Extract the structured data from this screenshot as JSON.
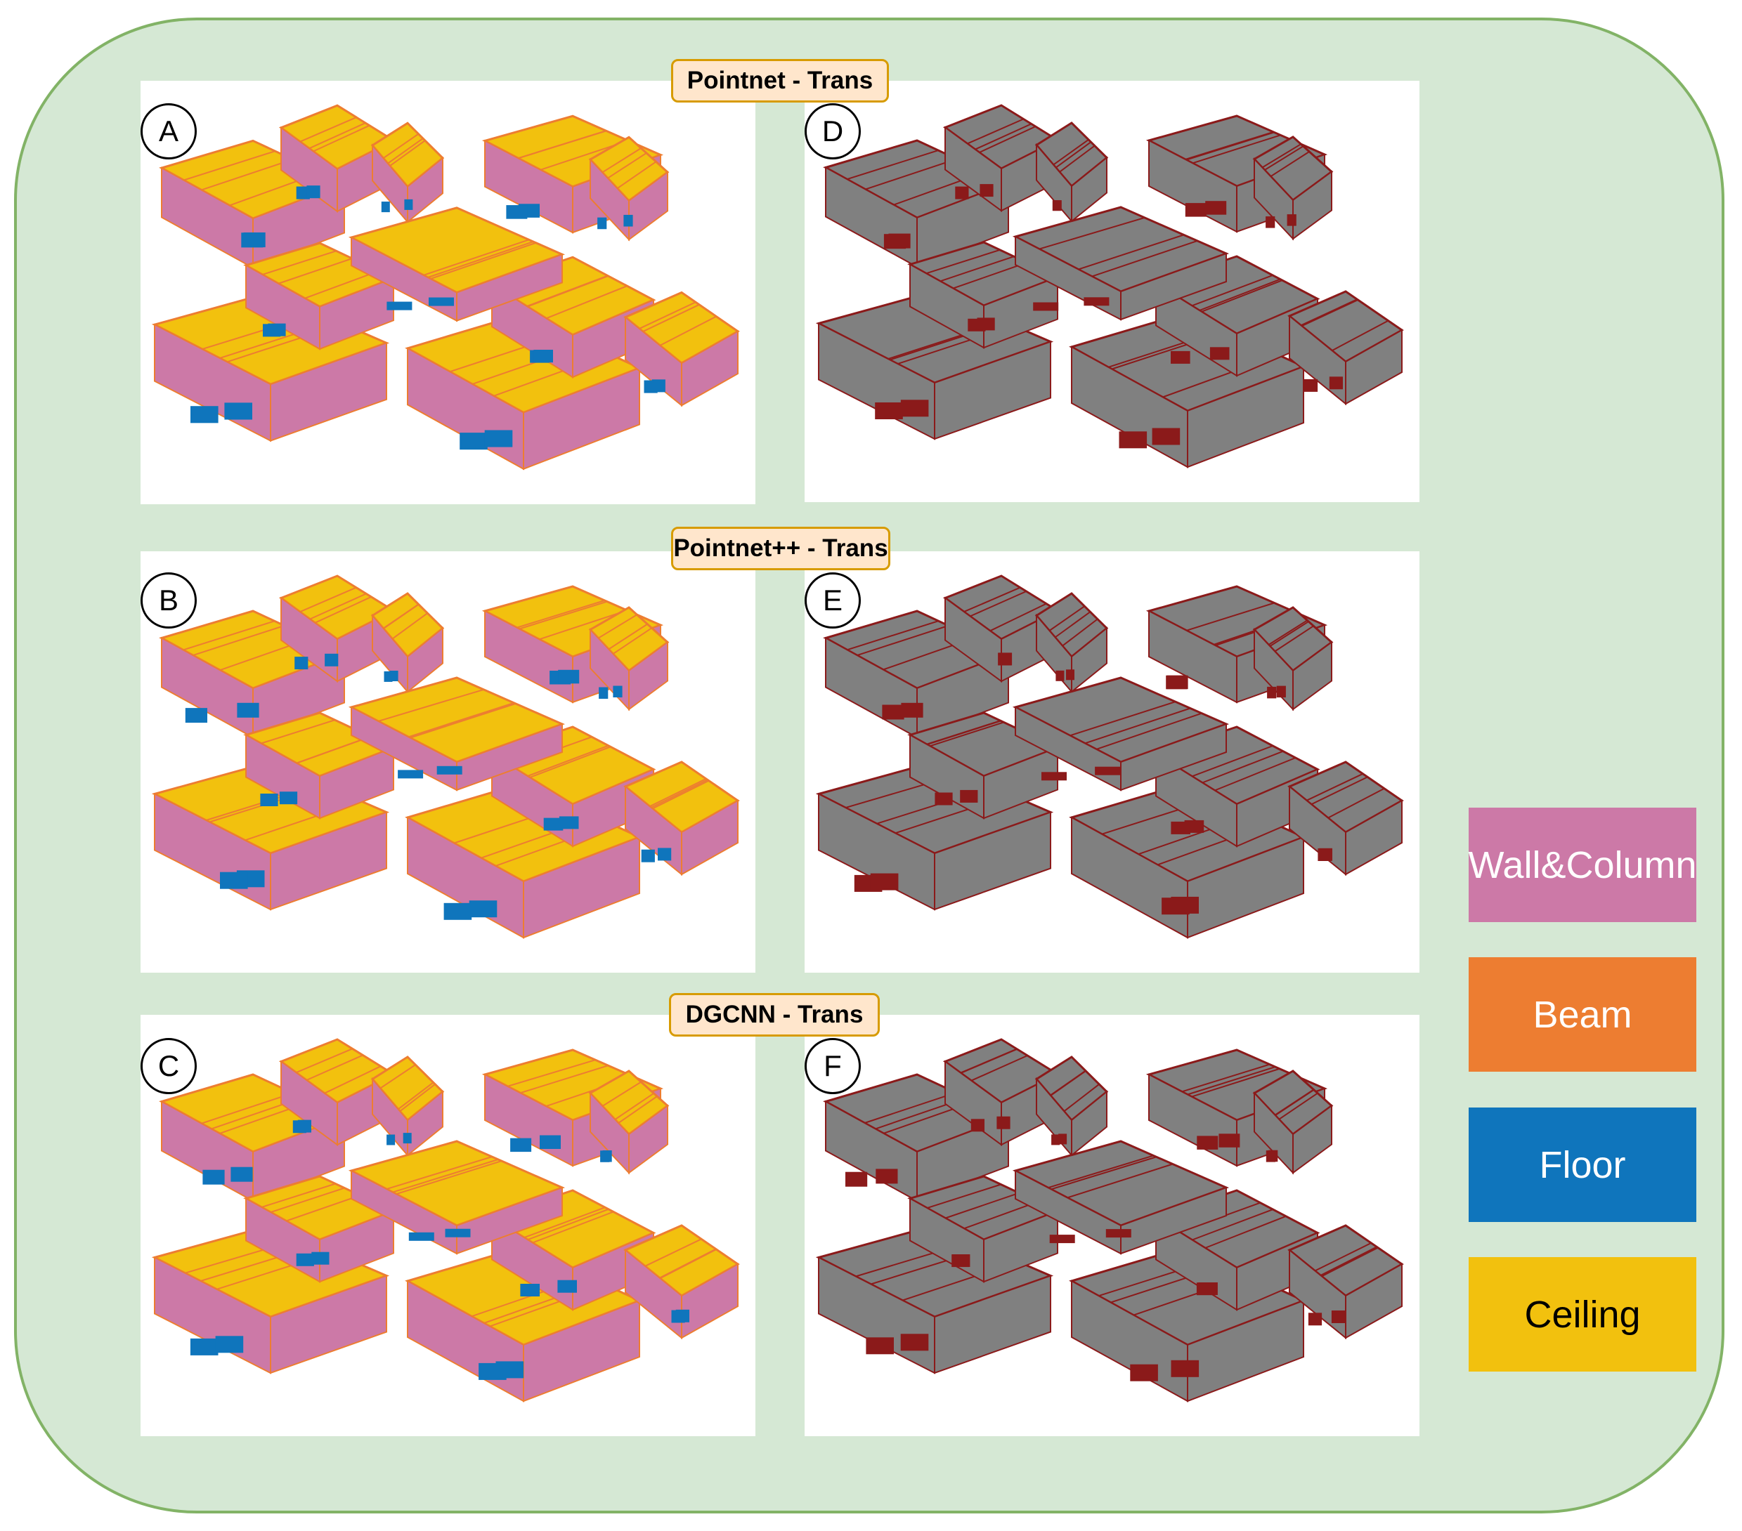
{
  "method_labels": [
    "Pointnet - Trans",
    "Pointnet++ - Trans",
    "DGCNN - Trans"
  ],
  "panels": [
    {
      "letter": "A",
      "scheme": "semantic"
    },
    {
      "letter": "B",
      "scheme": "semantic"
    },
    {
      "letter": "C",
      "scheme": "semantic"
    },
    {
      "letter": "D",
      "scheme": "error"
    },
    {
      "letter": "E",
      "scheme": "error"
    },
    {
      "letter": "F",
      "scheme": "error"
    }
  ],
  "legend": [
    {
      "label": "Wall&Column",
      "color": "#cc79a7",
      "text_color": "#ffffff"
    },
    {
      "label": "Beam",
      "color": "#ed7d31",
      "text_color": "#ffffff"
    },
    {
      "label": "Floor",
      "color": "#0f75bc",
      "text_color": "#ffffff"
    },
    {
      "label": "Ceiling",
      "color": "#f2c10e",
      "text_color": "#000000"
    }
  ],
  "colors": {
    "frame_fill": "#d5e8d4",
    "frame_border": "#82b366",
    "label_fill": "#ffe6cc",
    "label_border": "#d79b00",
    "correct": "#808080",
    "error": "#8b1a1a"
  }
}
